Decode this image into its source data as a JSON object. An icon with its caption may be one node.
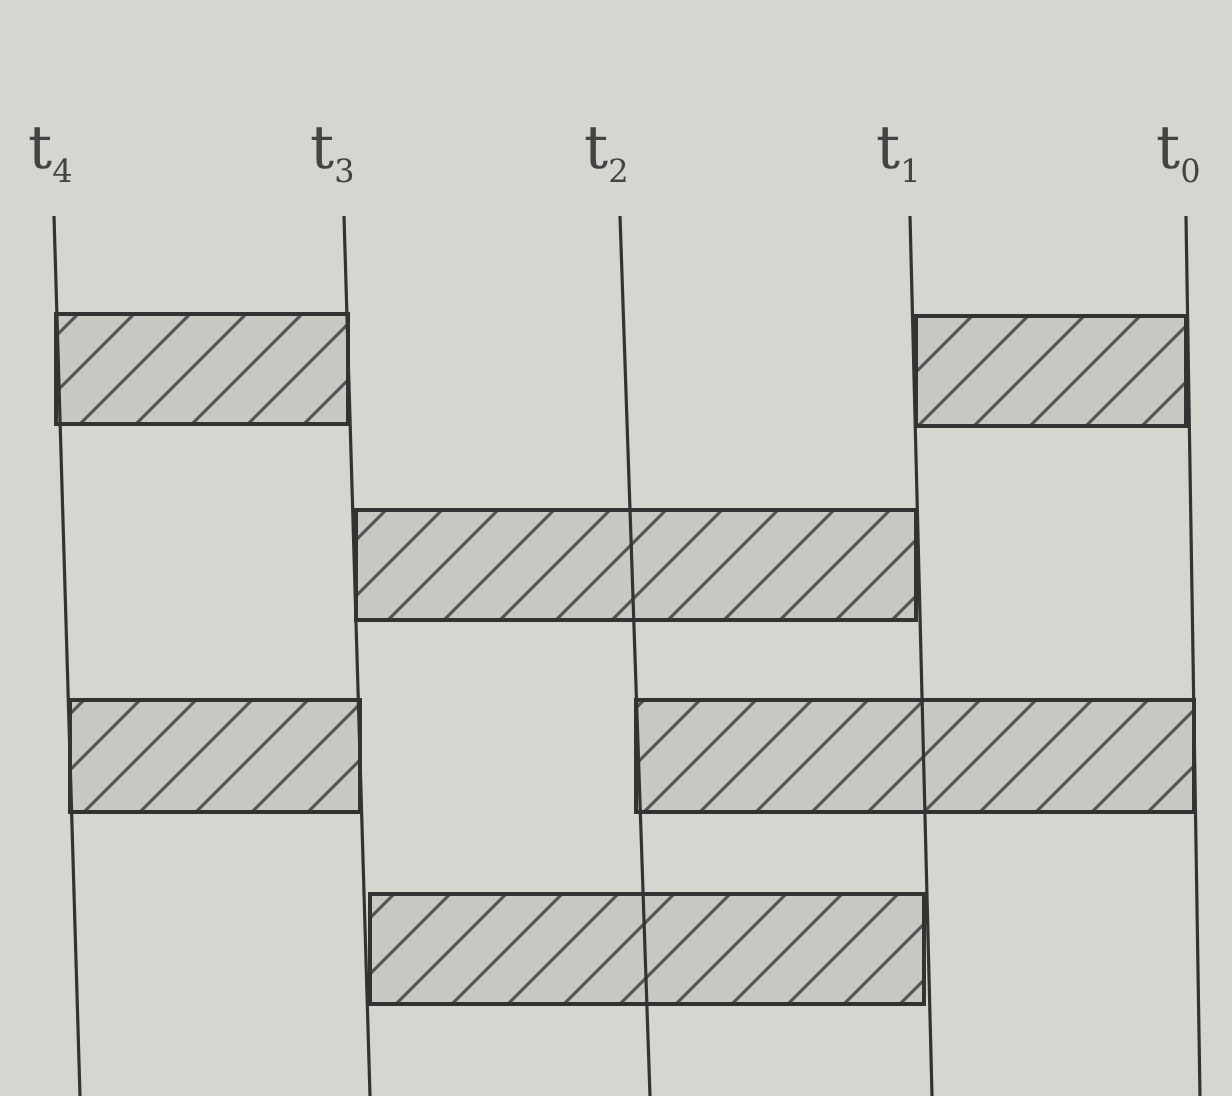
{
  "diagram": {
    "labels": [
      "t$_{4}$",
      "t$_{3}$",
      "t$_{2}$",
      "t$_{1}$",
      "t$_{0}$"
    ]
  }
}
